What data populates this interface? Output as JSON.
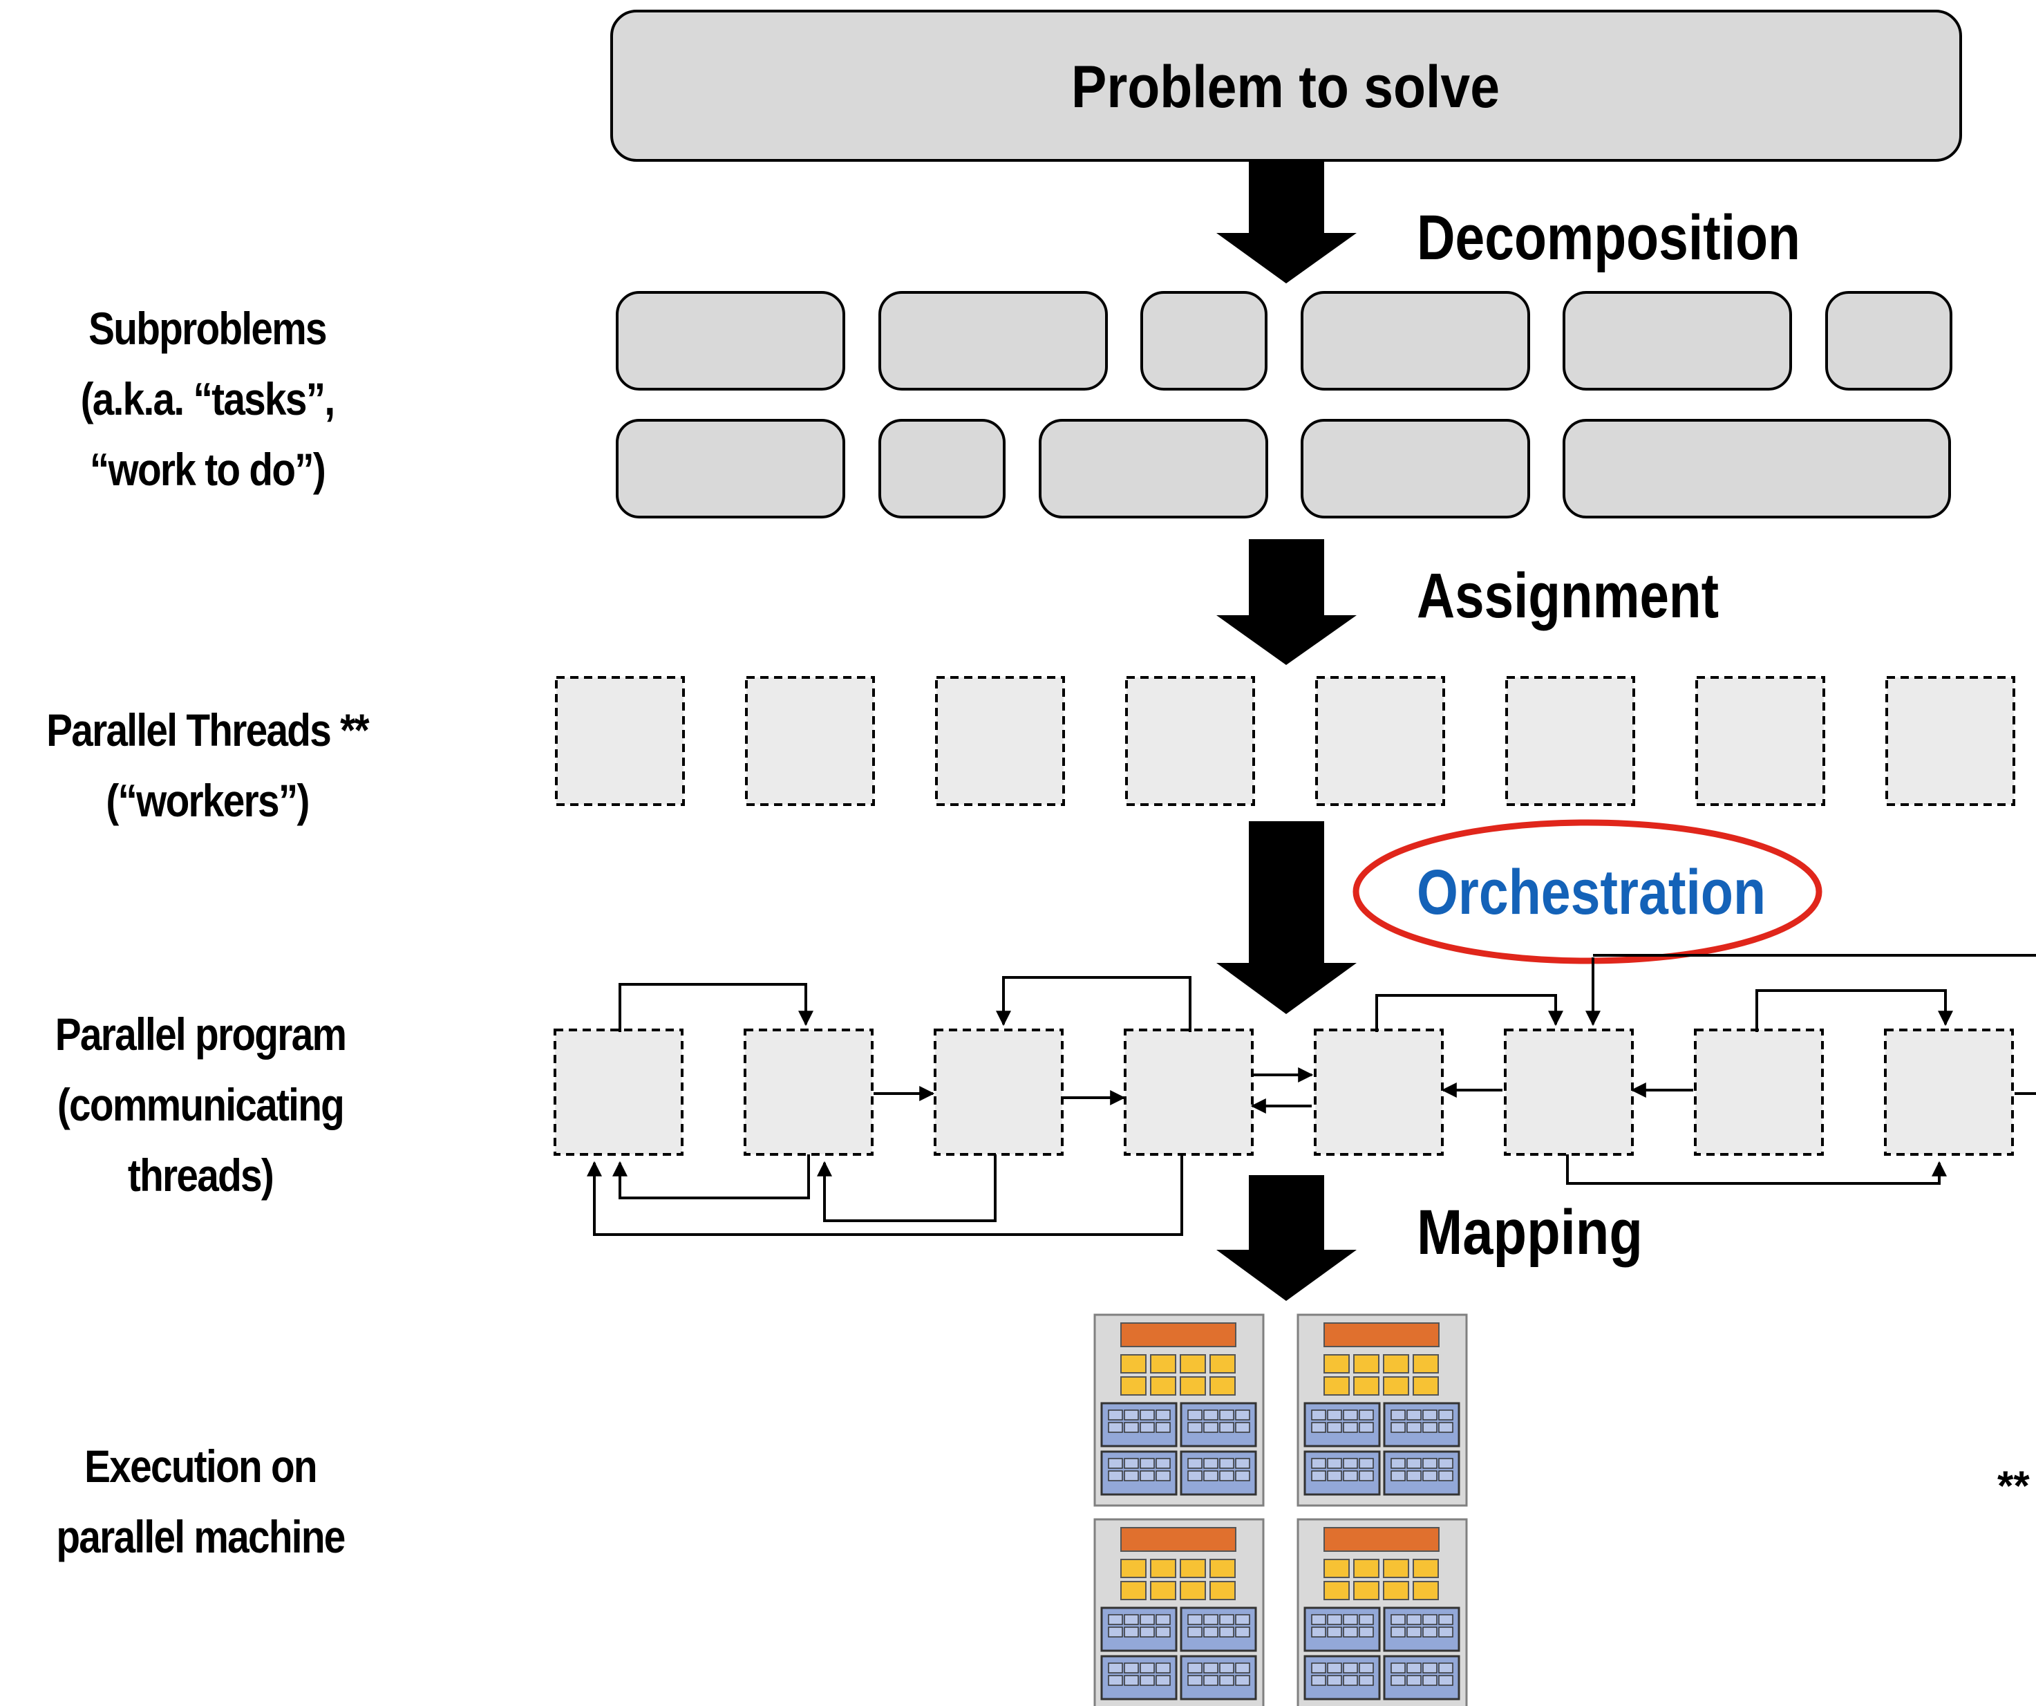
{
  "top_box": {
    "label": "Problem to solve"
  },
  "steps": {
    "decomposition": "Decomposition",
    "assignment": "Assignment",
    "orchestration": "Orchestration",
    "mapping": "Mapping"
  },
  "side_labels": {
    "subproblems": [
      "Subproblems",
      "(a.k.a. “tasks”,",
      "“work to do”)"
    ],
    "threads": [
      "Parallel Threads **",
      "(“workers”)"
    ],
    "program": [
      "Parallel program",
      "(communicating",
      "threads)"
    ],
    "execution": [
      "Execution on",
      "parallel machine"
    ]
  },
  "footnote_marker": "**",
  "colors": {
    "box_fill": "#d9d9d9",
    "dashed_fill": "#ebebeb",
    "orchestration_text": "#1462b8",
    "orchestration_ellipse": "#e0261b",
    "core_orange": "#e0702e",
    "core_yellow": "#f7c234",
    "core_blue": "#93a8d8"
  },
  "counts": {
    "task_row1": 6,
    "task_row2": 5,
    "threads": 8,
    "program_threads": 8,
    "processors": 4
  }
}
